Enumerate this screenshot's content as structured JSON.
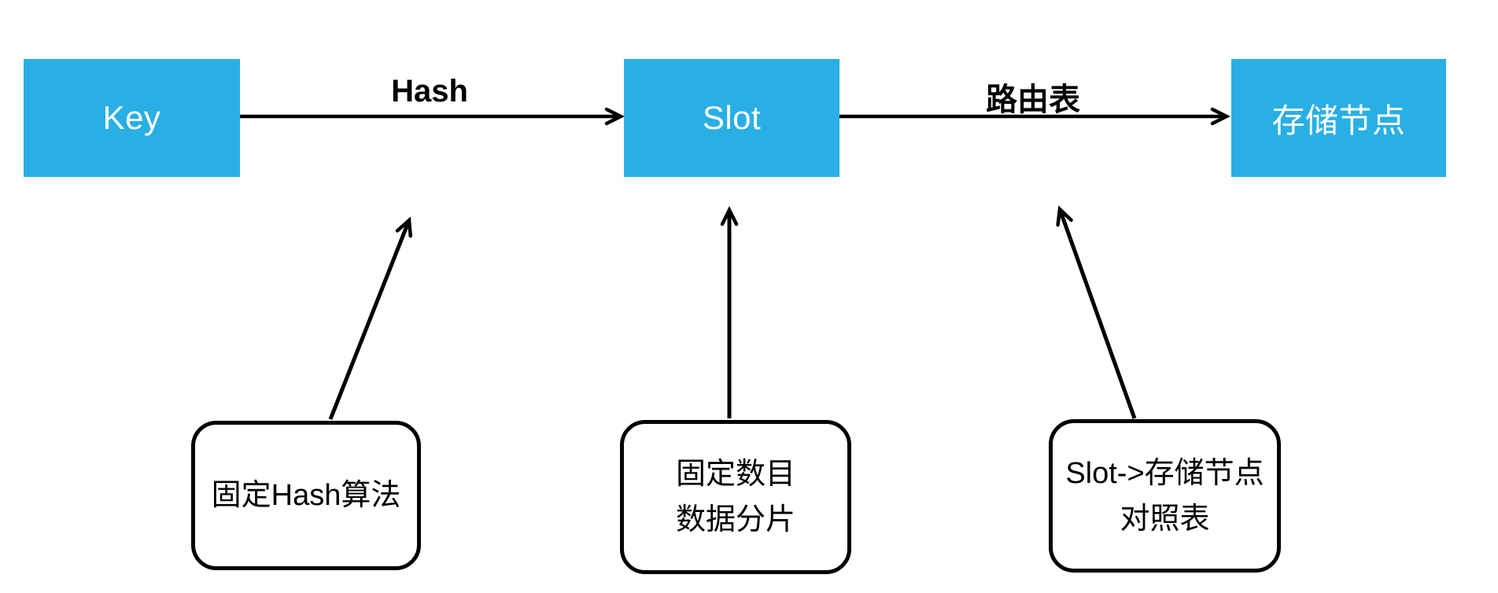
{
  "diagram": {
    "background_color": "#ffffff",
    "accent_color": "#29afe4",
    "node_text_color": "#ffffff",
    "line_color": "#000000",
    "nodes": {
      "key": {
        "label": "Key"
      },
      "slot": {
        "label": "Slot"
      },
      "storage": {
        "label": "存储节点"
      }
    },
    "edges": {
      "hash": {
        "label": "Hash",
        "from": "Key",
        "to": "Slot"
      },
      "routing": {
        "label": "路由表",
        "from": "Slot",
        "to": "存储节点"
      }
    },
    "notes": {
      "note1": {
        "line1": "固定Hash算法",
        "points_to": "Hash"
      },
      "note2": {
        "line1": "固定数目",
        "line2": "数据分片",
        "points_to": "Slot"
      },
      "note3": {
        "line1": "Slot->存储节点",
        "line2": "对照表",
        "points_to": "路由表"
      }
    }
  }
}
